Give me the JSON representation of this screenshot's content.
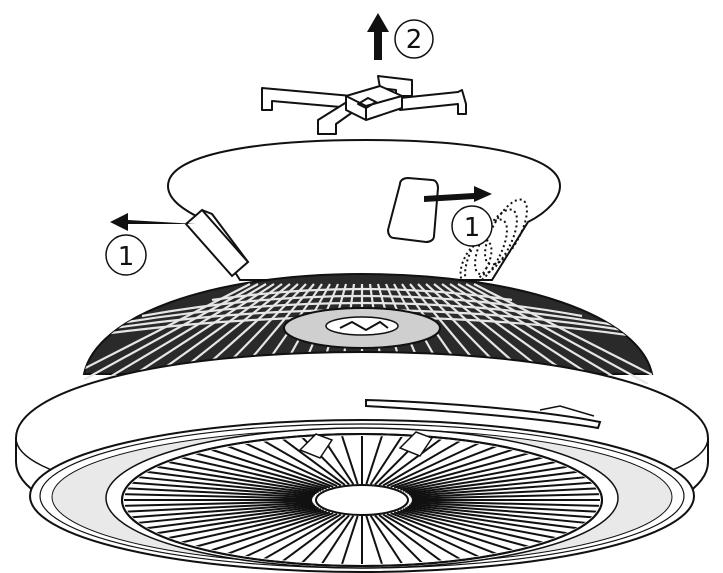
{
  "steps": {
    "step_1_left": "1",
    "step_1_right": "1",
    "step_2": "2"
  },
  "colors": {
    "ink": "#111111",
    "paper": "#ffffff",
    "light_gray": "#e6e6e6",
    "mid_gray": "#bdbdbd"
  },
  "icons": {
    "arrow_left": "arrow-left-icon",
    "arrow_right": "arrow-right-icon",
    "arrow_up": "arrow-up-icon"
  }
}
